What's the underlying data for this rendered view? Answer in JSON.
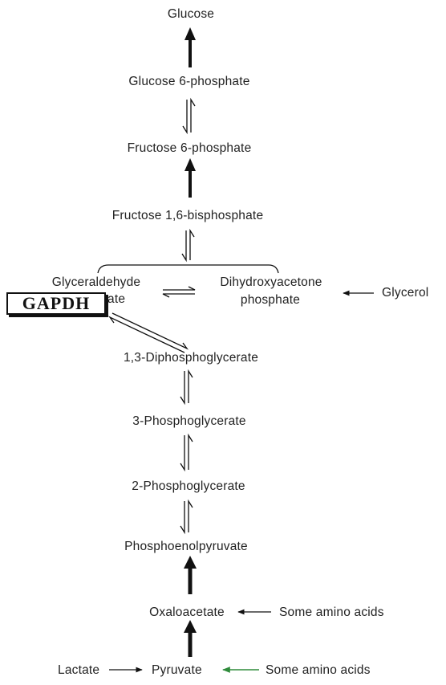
{
  "metabolites": {
    "glucose": "Glucose",
    "glucose_6_phosphate": "Glucose 6-phosphate",
    "fructose_6_phosphate": "Fructose 6-phosphate",
    "fructose_1_6_bisphosphate": "Fructose 1,6-bisphosphate",
    "glyceraldehyde_line1": "Glyceraldehyde",
    "glyceraldehyde_line2": "3-phosphate",
    "dihydroxyacetone_line1": "Dihydroxyacetone",
    "dihydroxyacetone_line2": "phosphate",
    "glycerol": "Glycerol",
    "diphosphoglycerate_1_3": "1,3-Diphosphoglycerate",
    "phosphoglycerate_3": "3-Phosphoglycerate",
    "phosphoglycerate_2": "2-Phosphoglycerate",
    "phosphoenolpyruvate": "Phosphoenolpyruvate",
    "oxaloacetate": "Oxaloacetate",
    "amino_acids_oxaloacetate": "Some amino acids",
    "lactate": "Lactate",
    "pyruvate": "Pyruvate",
    "amino_acids_pyruvate": "Some amino acids"
  },
  "enzyme_label": "GAPDH",
  "colors": {
    "text": "#222222",
    "arrow": "#111111",
    "green_arrow": "#2e8b3a"
  }
}
